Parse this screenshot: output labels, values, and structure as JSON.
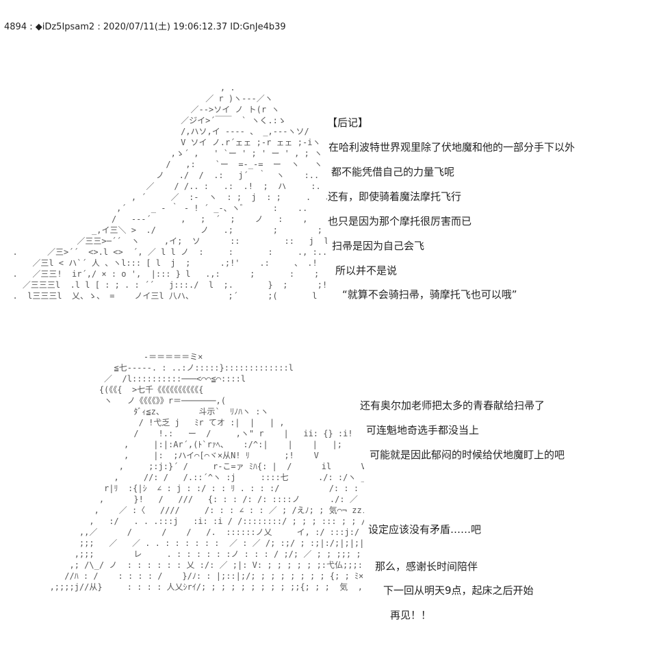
{
  "post_header": "4894 : ◆iDz5Ipsam2 : 2020/07/11(土) 19:06:12.37 ID:GnJe4b39",
  "art_top": "                                            , .\n                                         ／ r )ヽ---／ヽ\n                                      ／-->ソイ ノ ト(r ヽ\n                                    ／ジイ>´￣￣  ` ヽく.:ゝ\n                                    /,ハソ,イ ---- 、 _,---ヽソ/\n                                    V ソイ ノ.r´ェェ ;-r ェェ ;-iヽ\n                                  ,ゝ´ ,   ' `ー ' ; ' ー ' , ; ヽ\n                                 /   ,:    `ー  =-_-=  ー  ヽ   ヽ\n                               ノ   ./  /  .:   j´  ｀  ヽ    :..   ＼\n                             ／    / /.. :   .:  .!  ;  ハ     :.     ヽ\n                          , ´     ／  :-  ヽ  : ;  j  : ;     .   、   ,\n                       ,´     _ - ｀ - ! ´ _-、ヽ゛     :    ..     :    }\n                      /   --‐´      ,   ;  ´  ;    ノ   :    ,    ,/\"\"'> 、\n                  _,イ三＼ >  ./         ノ   .;        ;        ; 、 .!  ヽヽ ]  > 、\n               ／三三>─´´  ヽ     ,イ;  ソ      ::         ::   j  l r,  ー  ノヽ\n  .      ／三>´´  <>.l <>  ´, ／ l l ノ  :     :       :     ., :..ヽ  !.r , イ、＼ヽl、\n      ／三l < ハ`´ 人 、ヽl::: [ l  j  ;      .;!'    .:     、 .!  .l.[i  •;×`, |三、\n  .   ／三三!  ir´,/ × : ο ',  |::: } l   .,:      ;       :    ;  j!   l . : ; ;. :  ]},l三三、\n    ／三三三l  .l l [ : ; . : ´´   j:::./  l  ;.       }  ;      ;!    ´ ソj      .l l ヽ   ,イ八三三l\n  .  l三三三l  乂、ゝ、 =    ノイ三l 八ハ、       ;´      ;(       l  ト V    /\\ l三三三l",
  "art_bottom": "                          -＝＝＝＝＝ミ×\n                    ≦七-----. : ..:ノ:::::}:::::::::::::l\n                  ／  /l::::::::::───<⌒⌒≦⌒::::l\n                 {(《《{  >七千《《《《《《《《《《{\n                  ヽ   ノ《《《《》》r＝───────,(\n                        ﾀﾞｨ≦z、       斗示`  ﾘﾉﾊヽ :ヽ\n                         / !弋乏 j   ﾐr てオ :|  |   | ,\n                        /    !.:   ー  /     ,ヽ\" r    |   ii: {} :i!\n                      ,     |:|:Ar´,(ﾄ`rｧﾍ、   :/^:|    |    |   |;\n                      ,     |:  ;ハイ⌒[⌒ヾ×从N! ﾘ       ;!    V\n                     ,     ;:j:}´ /     r-こ=ァ ﾐﾊ{: |  /      il      V、      r----=≠---、        \"  zzxｧ\n                    ,     //: /   /.::´^ヽ :j     ::::七      ./: :/ヽ ___Y ,,, rt=≠≦-≦ニ=ﾆ¬´\n                  r|ﾘ  :{|ｼ  ∠ : j : :/ : : ﾘ . : : :/          /: : : r=人──_ \"~≦千イ{\n                 ,      }!   /   ///   {: : : /: /: ::::ノ      ./: ／   弋、  ̄ ̄⌒ﾋ__     イﾉ\n                ,    ／ :〈   ////     /: : : ∠ : : ／ ; /えﾉ; ; 気⌒¬ zzノ ノ-- ィ\n               ,   :/   . . .:::j   :i: :i / /::::::::/ ; ; ; ::: ; ; /|| ／ /: :: ; } ﾄ゛ﾞ+.   r¬ｧ_zr´\n             ,,／      /      /    /   /.  ::::::ノ乂     イ, :/ :::j:/ :j;|.|;{; :||; ||ニニ≦=ラ || ||\n             ;;;   ／   ／ . . : : : : : :  ／ : ／ /; :;/ ; :;|:/;|;|;|;| :||; ||=======;;|| |\n            ,;;;        レ     . : : : : : :ノ : : : / ;/; ／ ; ; ;;; ; ;; ﾞ;|V||;;;||======= || {\n           ,; /\\_/ ノ  : : : : : : 乂 :/: ／ ;|: V: ; ; ; ; ; ;:弋仏;;;: |;;;||=======}} ii\n          //ﾊ : /    : : : : /    }/ﾉ: : |;::|;/; ; ; ; ; ; ; ; {; ; ﾐ× ii;  ;||=======|; : V\n       ,;;;;j//从}     : : : : 人乂ｼrｲ/; ; ; ; ; ; ; ; ; ;;{; ; ;  気  , ;;;ヽ ニニニニ |; ;|; ;|",
  "text_top": [
    "【后记】",
    "在哈利波特世界观里除了伏地魔和他的一部分手下以外",
    "都不能凭借自己的力量飞呢",
    "还有，即使骑着魔法摩托飞行",
    "也只是因为那个摩托很厉害而已",
    "扫帚是因为自己会飞",
    "所以并不是说",
    "“就算不会骑扫帚，骑摩托飞也可以哦”"
  ],
  "text_bottom": [
    "还有奥尔加老师把太多的青春献给扫帚了",
    "可连魁地奇选手都没当上",
    "可能就是因此郁闷的时候给伏地魔盯上的吧",
    "设定应该没有矛盾……吧",
    "那么，感谢长时间陪伴",
    "下一回从明天9点，起床之后开始",
    "再见！！"
  ]
}
